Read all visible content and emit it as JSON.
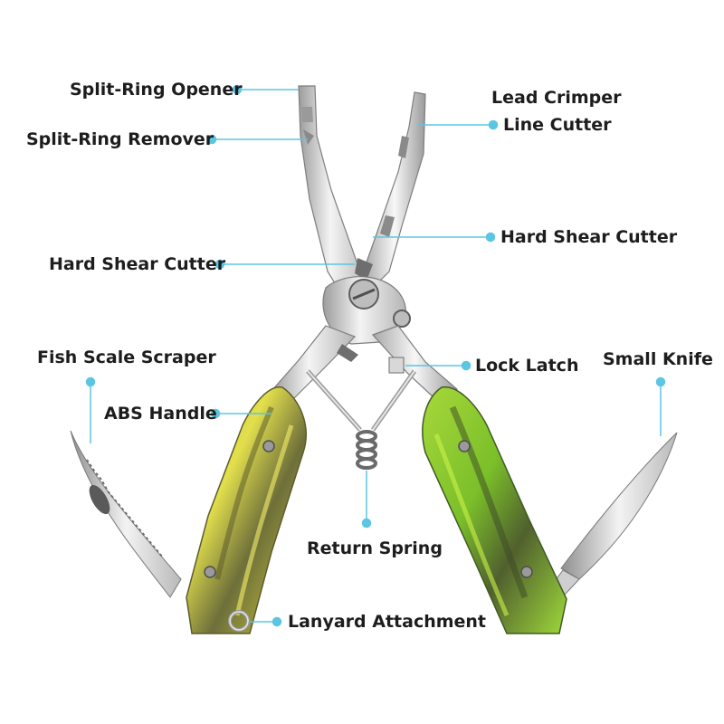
{
  "callouts": {
    "split_ring_opener": "Split-Ring Opener",
    "split_ring_remover": "Split-Ring Remover",
    "hard_shear_cutter_left": "Hard Shear Cutter",
    "fish_scale_scraper": "Fish Scale Scraper",
    "abs_handle": "ABS Handle",
    "lead_crimper": "Lead Crimper",
    "line_cutter": "Line Cutter",
    "hard_shear_cutter_right": "Hard Shear Cutter",
    "lock_latch": "Lock Latch",
    "small_knife": "Small Knife",
    "return_spring": "Return Spring",
    "lanyard_attachment": "Lanyard Attachment"
  },
  "colors": {
    "leader": "#5bc6e3",
    "steel_light": "#f1f1f1",
    "steel_mid": "#c9c9c9",
    "steel_dark": "#8d8d8d",
    "handle_yellow": "#d6d33a",
    "handle_green": "#8fcf2e",
    "handle_dark": "#4b4e2c"
  }
}
